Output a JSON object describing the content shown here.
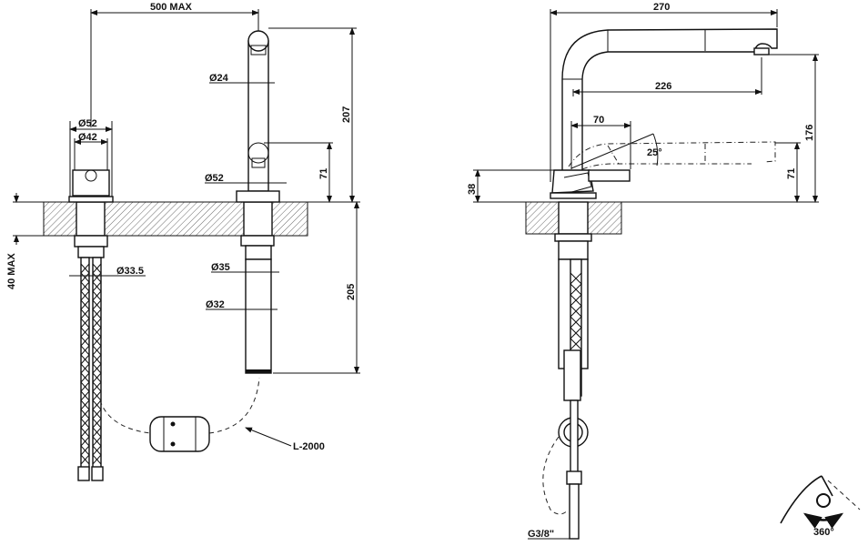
{
  "front_view": {
    "width_max": "500 MAX",
    "handle_outer_dia": "Ø52",
    "handle_inner_dia": "Ø42",
    "spout_dia": "Ø24",
    "spout_base_dia": "Ø52",
    "total_height": "207",
    "lever_height": "71",
    "counter_thickness_max": "40 MAX",
    "hose_dia": "Ø33.5",
    "shank_nut_dia": "Ø35",
    "shank_dia": "Ø32",
    "below_counter_length": "205",
    "hose_length": "L-2000"
  },
  "side_view": {
    "total_reach": "270",
    "spout_reach": "226",
    "lever_reach": "70",
    "lever_angle": "25°",
    "base_height": "38",
    "lever_height": "71",
    "outlet_height": "176",
    "connection": "G3/8\"",
    "rotation": "360°"
  }
}
